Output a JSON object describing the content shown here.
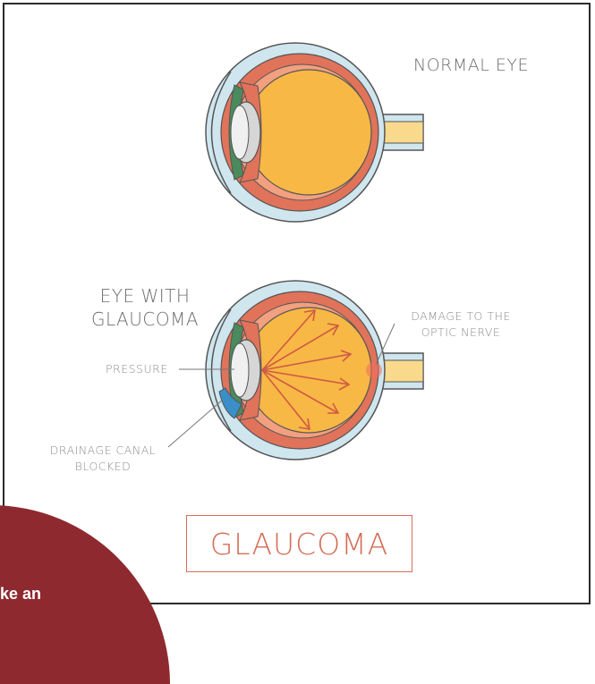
{
  "labels": {
    "normal_eye": "NORMAL EYE",
    "glaucoma_eye_line1": "EYE WITH",
    "glaucoma_eye_line2": "GLAUCOMA",
    "damage_line1": "DAMAGE TO THE",
    "damage_line2": "OPTIC NERVE",
    "pressure": "PRESSURE",
    "drainage_line1": "DRAINAGE CANAL",
    "drainage_line2": "BLOCKED"
  },
  "title": "GLAUCOMA",
  "corner_text": "ke an",
  "colors": {
    "sclera_outer": "#cfe6ef",
    "choroid": "#e0735a",
    "vitreous": "#f8b845",
    "lens": "#d6d6d6",
    "iris": "#4a8a5c",
    "optic_nerve": "#f9d98b",
    "blocked_canal": "#3a8fc8",
    "arrow": "#d05a45",
    "title": "#d46e58",
    "badge": "#8e2a2f"
  }
}
